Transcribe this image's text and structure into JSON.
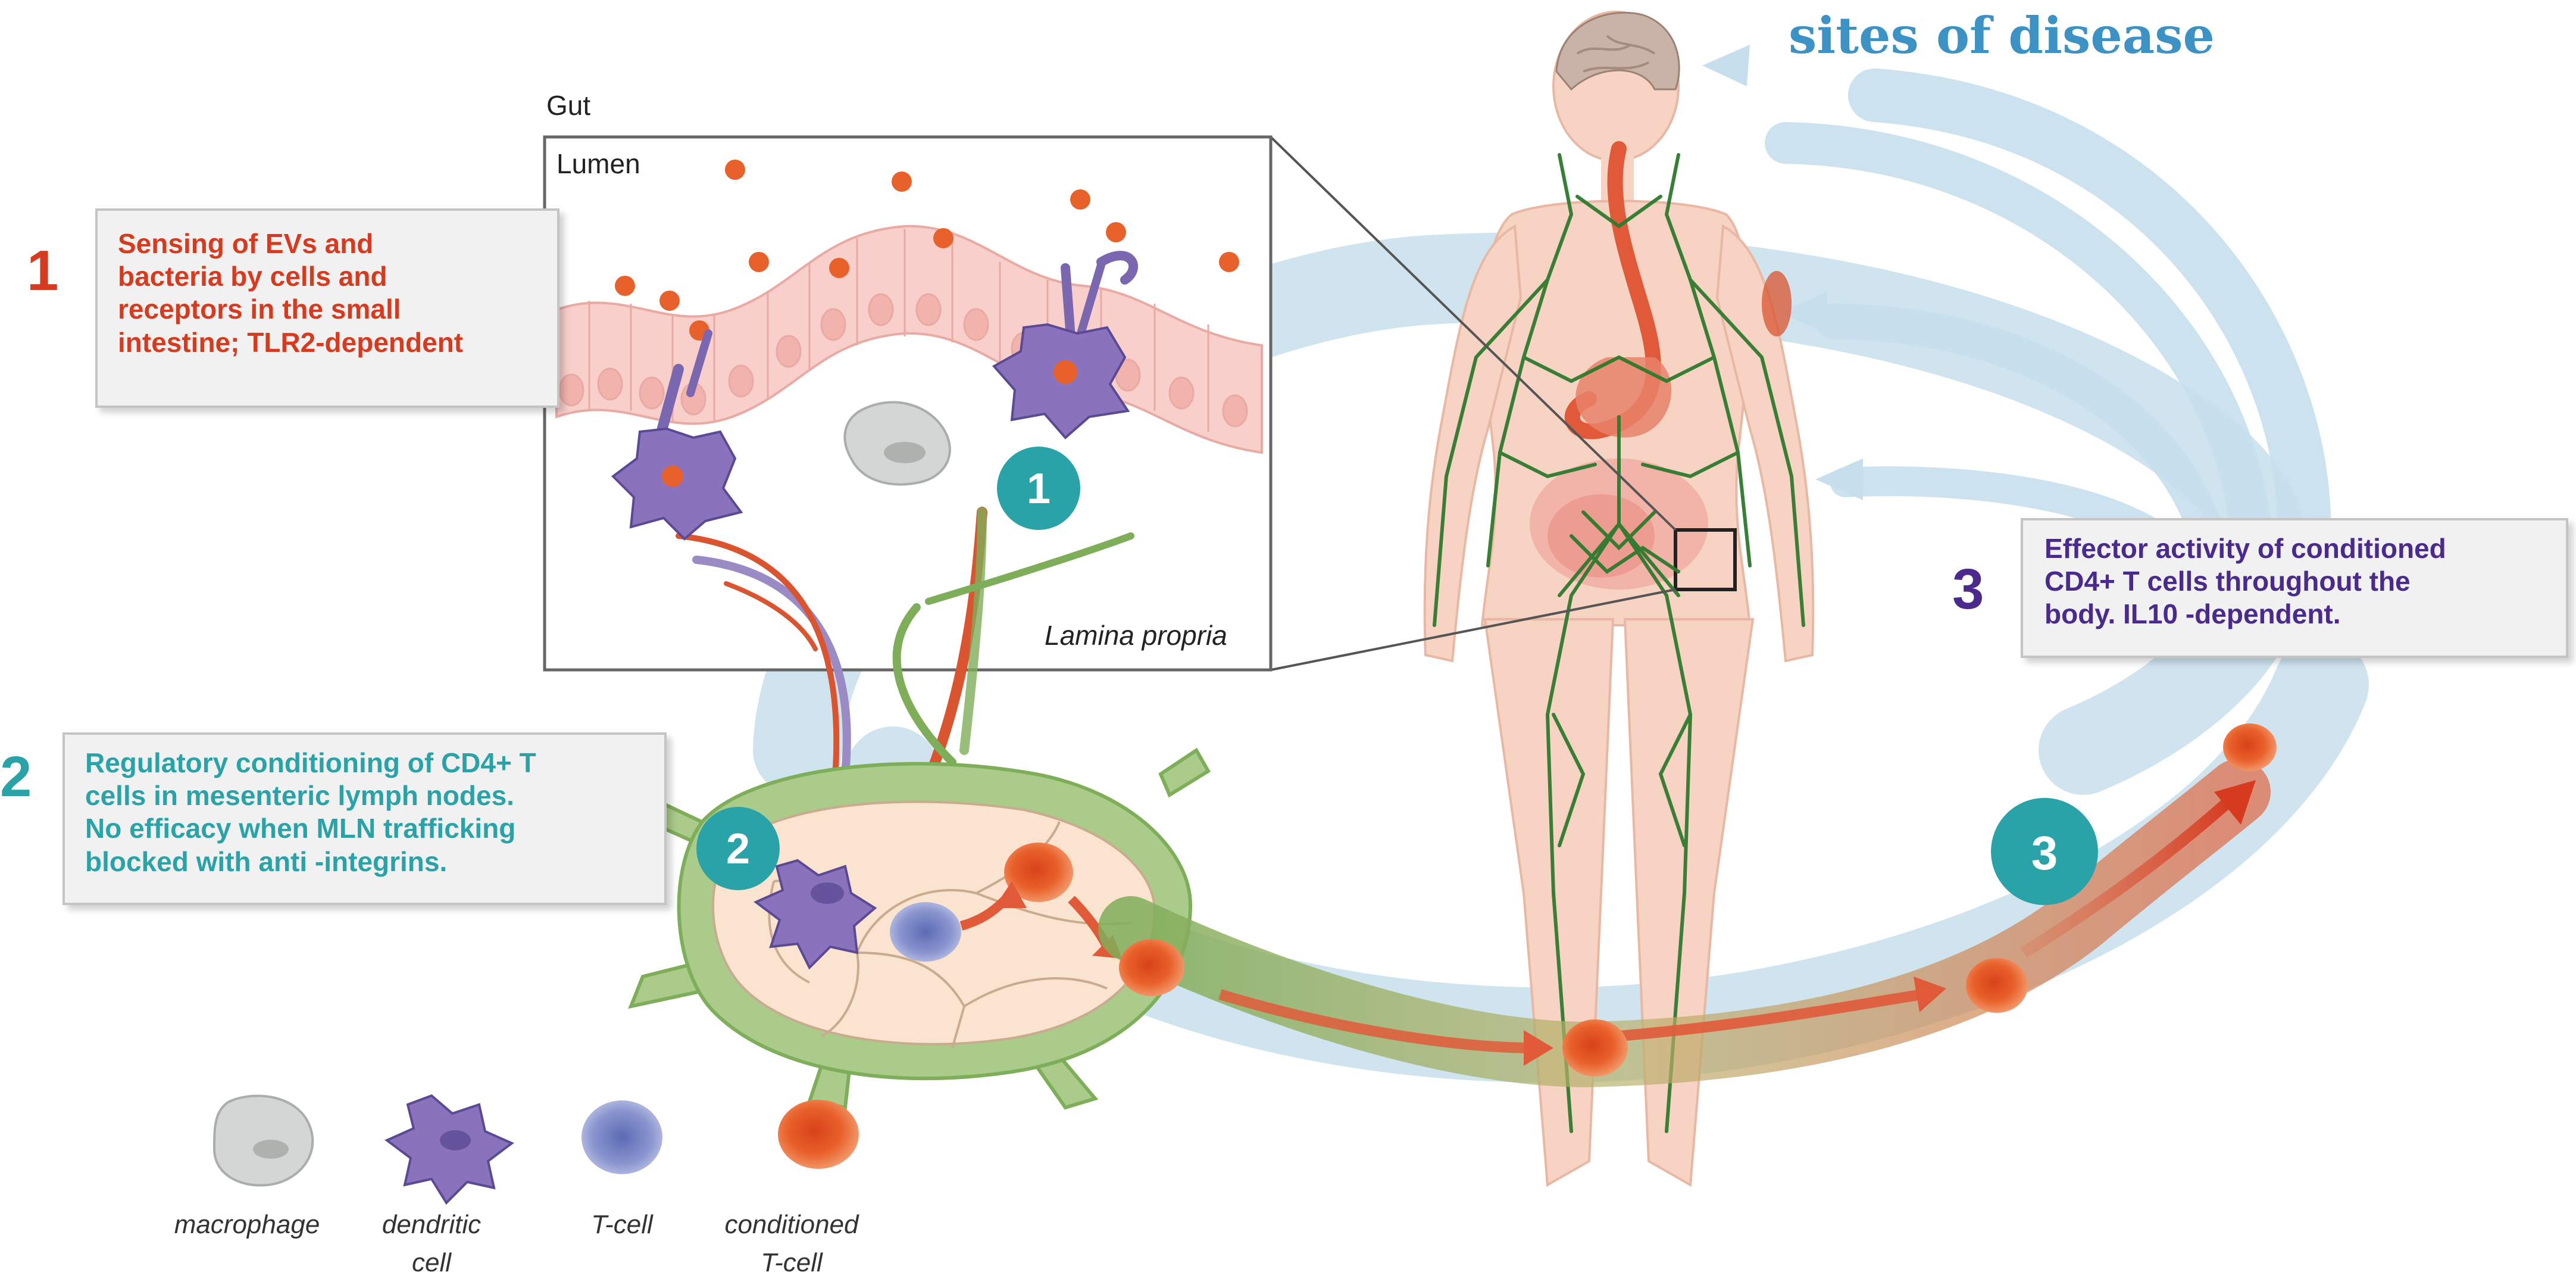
{
  "header": {
    "title": "sites of disease"
  },
  "inset": {
    "gut_label": "Gut",
    "lumen_label": "Lumen",
    "lamina_label": "Lamina propria"
  },
  "steps": [
    {
      "number": "1",
      "lines": [
        "Sensing of EVs and",
        "bacteria by cells and",
        "receptors in the small",
        "intestine; TLR2-dependent"
      ],
      "color": "#d63a1f"
    },
    {
      "number": "2",
      "lines": [
        "Regulatory conditioning of CD4+ T",
        "cells in mesenteric lymph nodes.",
        "No efficacy when MLN trafficking",
        "blocked with anti -integrins."
      ],
      "color": "#2aa3a8"
    },
    {
      "number": "3",
      "lines": [
        "Effector activity of conditioned",
        "CD4+ T cells throughout the",
        "body. IL10 -dependent."
      ],
      "color": "#4a2a8c"
    }
  ],
  "badges": [
    "1",
    "2",
    "3"
  ],
  "legend": [
    {
      "icon": "macrophage-icon",
      "lines": [
        "macrophage"
      ]
    },
    {
      "icon": "dendritic-cell-icon",
      "lines": [
        "dendritic",
        "cell"
      ]
    },
    {
      "icon": "t-cell-icon",
      "lines": [
        "T-cell"
      ]
    },
    {
      "icon": "conditioned-t-cell-icon",
      "lines": [
        "conditioned",
        "T-cell"
      ]
    }
  ],
  "colors": {
    "title": "#3c92c4",
    "red": "#d63a1f",
    "teal": "#2aa3a8",
    "purple": "#4a2a8c",
    "orange": "#e8602a",
    "flow": "#c7dfec",
    "skin": "#f6d3c3",
    "vessel": "#2e7a2e",
    "node": "#aacb8a"
  }
}
